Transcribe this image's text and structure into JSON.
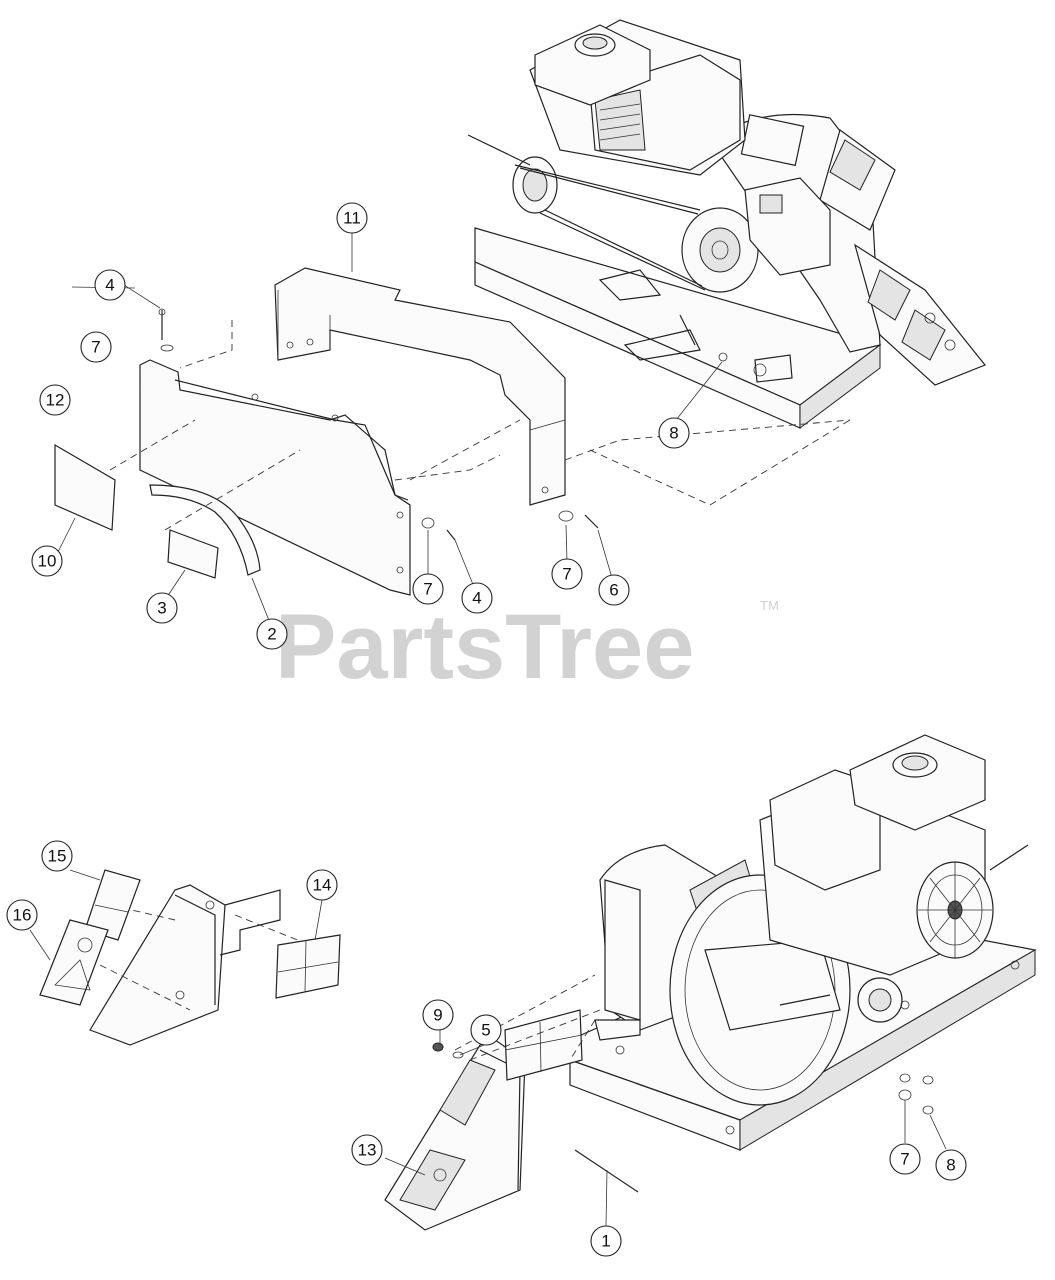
{
  "watermark": {
    "text": "PartsTree",
    "trademark": "TM"
  },
  "callouts": [
    {
      "label": "11"
    },
    {
      "label": "4"
    },
    {
      "label": "7"
    },
    {
      "label": "12"
    },
    {
      "label": "10"
    },
    {
      "label": "3"
    },
    {
      "label": "2"
    },
    {
      "label": "7"
    },
    {
      "label": "4"
    },
    {
      "label": "7"
    },
    {
      "label": "6"
    },
    {
      "label": "8"
    },
    {
      "label": "15"
    },
    {
      "label": "16"
    },
    {
      "label": "14"
    },
    {
      "label": "9"
    },
    {
      "label": "5"
    },
    {
      "label": "13"
    },
    {
      "label": "1"
    },
    {
      "label": "7"
    },
    {
      "label": "8"
    }
  ],
  "colors": {
    "line": "#222222",
    "watermark": "#d2d2d2",
    "background": "#ffffff"
  }
}
